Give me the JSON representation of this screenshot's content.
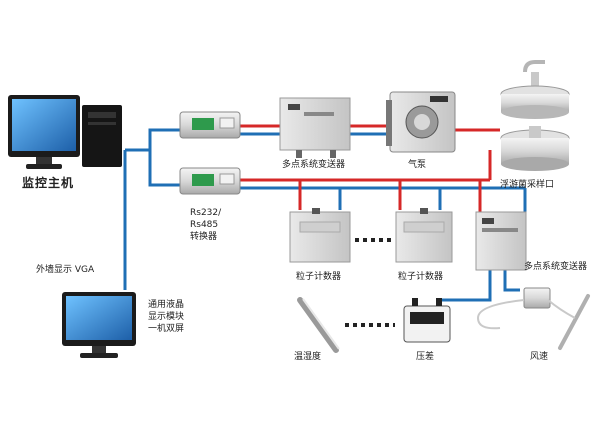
{
  "labels": {
    "host": "监控主机",
    "external_display": "外墙显示 VGA",
    "lcd_line1": "通用液晶",
    "lcd_line2": "显示模块",
    "lcd_line3": "一机双屏",
    "converter_line1": "Rs232/",
    "converter_line2": "Rs485",
    "converter_line3": "转换器",
    "multipoint_transmitter_top": "多点系统变送器",
    "air_pump": "气泵",
    "plankton_sampler": "浮游菌采样口",
    "particle_counter_1": "粒子计数器",
    "particle_counter_2": "粒子计数器",
    "multipoint_transmitter_right": "多点系统变送器",
    "temp_humidity": "温湿度",
    "differential_pressure": "压差",
    "wind_speed": "风速"
  },
  "colors": {
    "blue_line": "#1f6fb5",
    "red_line": "#d62828"
  }
}
